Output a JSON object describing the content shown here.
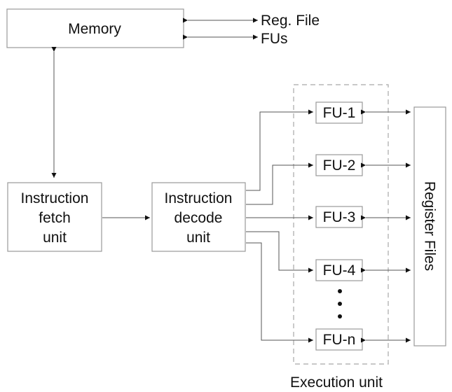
{
  "memory": {
    "label": "Memory"
  },
  "memory_outputs": {
    "reg_file": "Reg. File",
    "fus": "FUs"
  },
  "fetch_unit": {
    "line1": "Instruction",
    "line2": "fetch",
    "line3": "unit"
  },
  "decode_unit": {
    "line1": "Instruction",
    "line2": "decode",
    "line3": "unit"
  },
  "execution_unit": {
    "label": "Execution unit",
    "fus": [
      "FU-1",
      "FU-2",
      "FU-3",
      "FU-4",
      "FU-n"
    ]
  },
  "register_files": {
    "label": "Register Files"
  }
}
